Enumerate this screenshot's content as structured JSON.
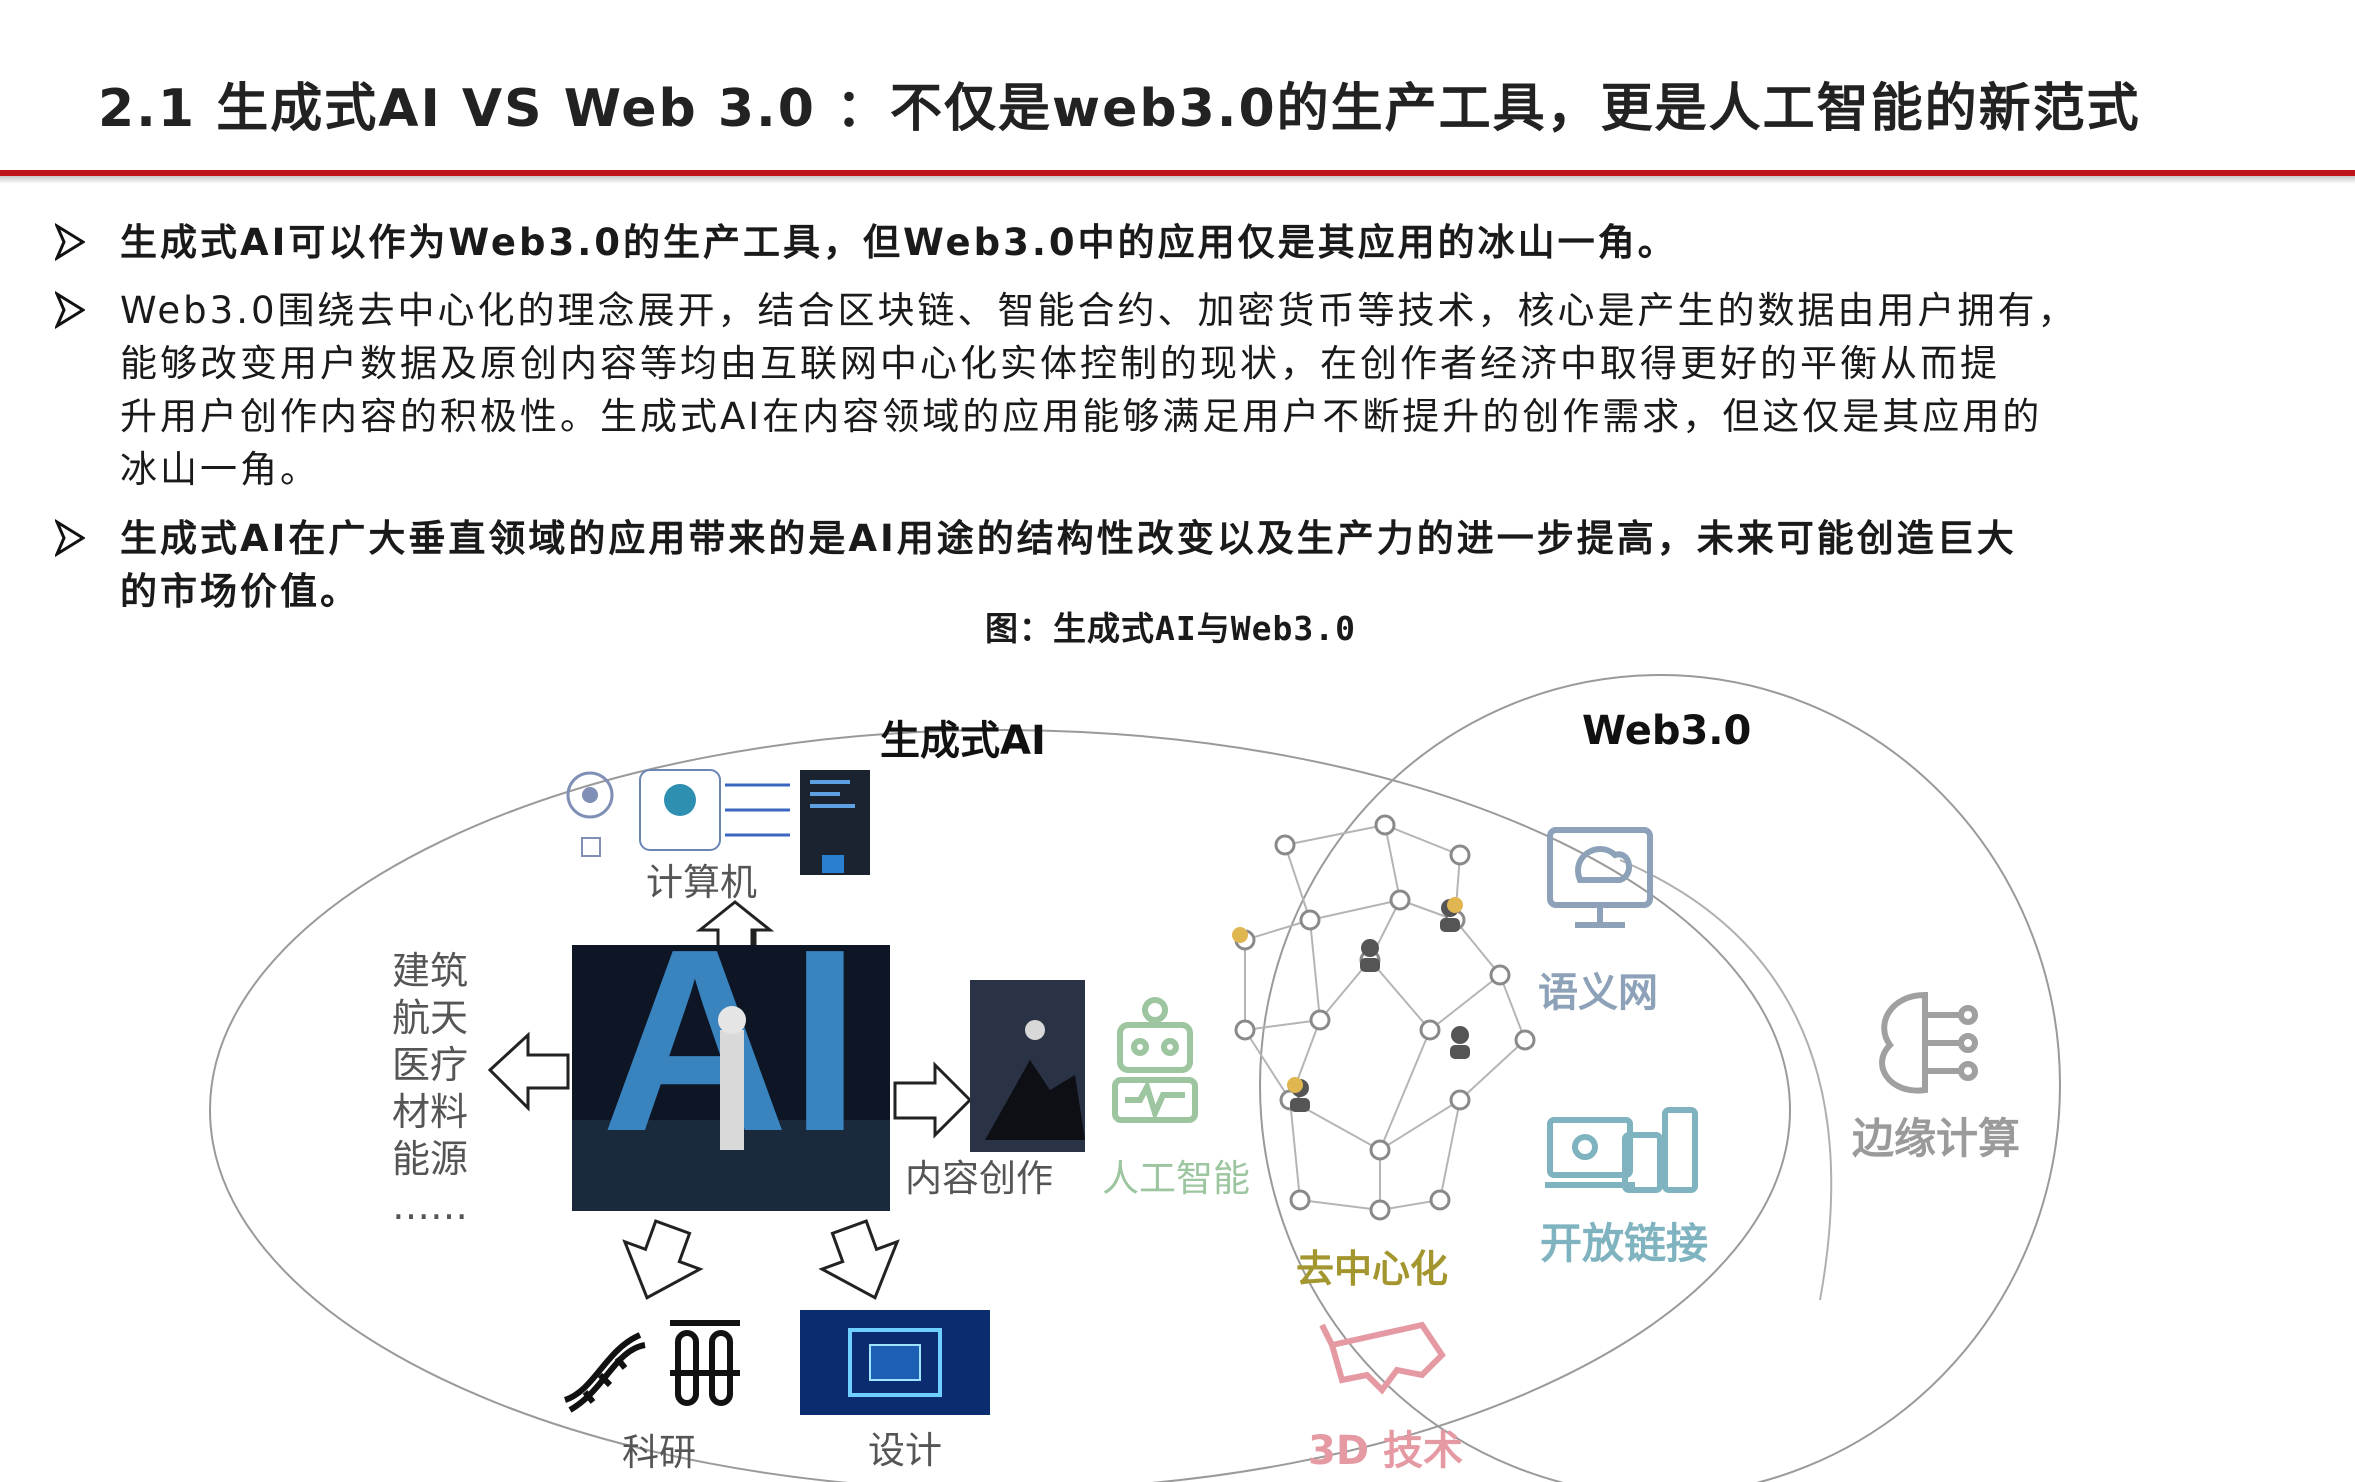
{
  "slide": {
    "title": "2.1 生成式AI VS Web 3.0 ：不仅是web3.0的生产工具，更是人工智能的新范式",
    "colors": {
      "accent_red": "#c0141b",
      "text": "#1a1a1a"
    }
  },
  "bullets": [
    {
      "text": "生成式AI可以作为Web3.0的生产工具，但Web3.0中的应用仅是其应用的冰山一角。",
      "bold": true
    },
    {
      "lines": [
        "Web3.0围绕去中心化的理念展开，结合区块链、智能合约、加密货币等技术，核心是产生的数据由用户拥有，",
        "能够改变用户数据及原创内容等均由互联网中心化实体控制的现状，在创作者经济中取得更好的平衡从而提",
        "升用户创作内容的积极性。生成式AI在内容领域的应用能够满足用户不断提升的创作需求，但这仅是其应用的",
        "冰山一角。"
      ],
      "bold": false
    },
    {
      "lines": [
        "生成式AI在广大垂直领域的应用带来的是AI用途的结构性改变以及生产力的进一步提高，未来可能创造巨大",
        "的市场价值。"
      ],
      "bold": true
    }
  ],
  "figure": {
    "caption": "图：生成式AI与Web3.0",
    "set_left_label": "生成式AI",
    "set_right_label": "Web3.0",
    "ai_image_text": "AI",
    "labels": {
      "computer": "计算机",
      "content_creation": "内容创作",
      "artificial_intelligence": "人工智能",
      "research": "科研",
      "design": "设计",
      "decentralization": "去中心化",
      "semantic_web": "语义网",
      "open_links": "开放链接",
      "edge_computing": "边缘计算",
      "tech_3d": "3D 技术"
    },
    "domains": [
      "建筑",
      "航天",
      "医疗",
      "材料",
      "能源",
      "……"
    ]
  }
}
